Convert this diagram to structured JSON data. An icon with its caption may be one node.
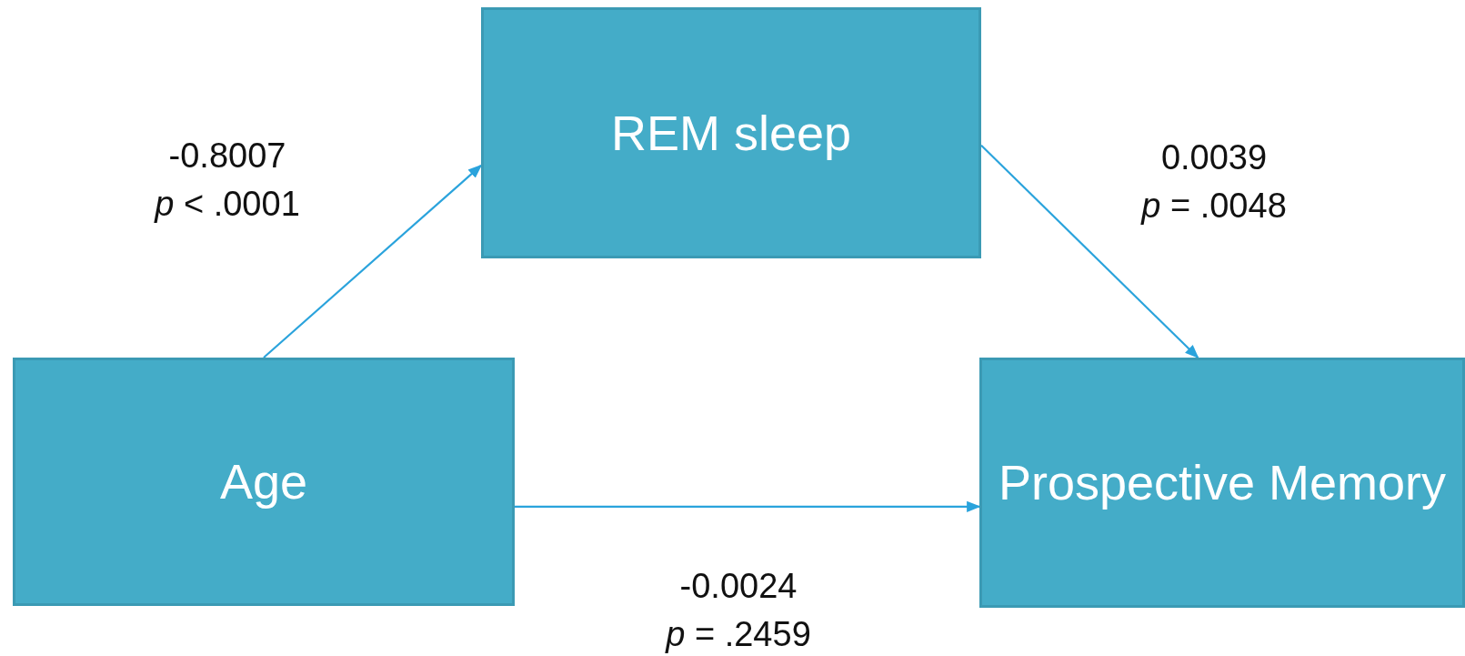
{
  "diagram": {
    "nodes": [
      {
        "text": [
          "REM sleep"
        ]
      },
      {
        "text": [
          "Age"
        ]
      },
      {
        "text": [
          "Prospective Memory"
        ]
      }
    ],
    "edges": [
      {
        "from": 1,
        "to": 0,
        "arrow": "to",
        "label": "-0.8007 *p* < .0001"
      },
      {
        "from": 0,
        "to": 2,
        "arrow": "to",
        "label": "0.0039 *p* = .0048"
      },
      {
        "from": 1,
        "to": 2,
        "arrow": "to",
        "label": "-0.0024 *p* = .2459"
      }
    ]
  }
}
